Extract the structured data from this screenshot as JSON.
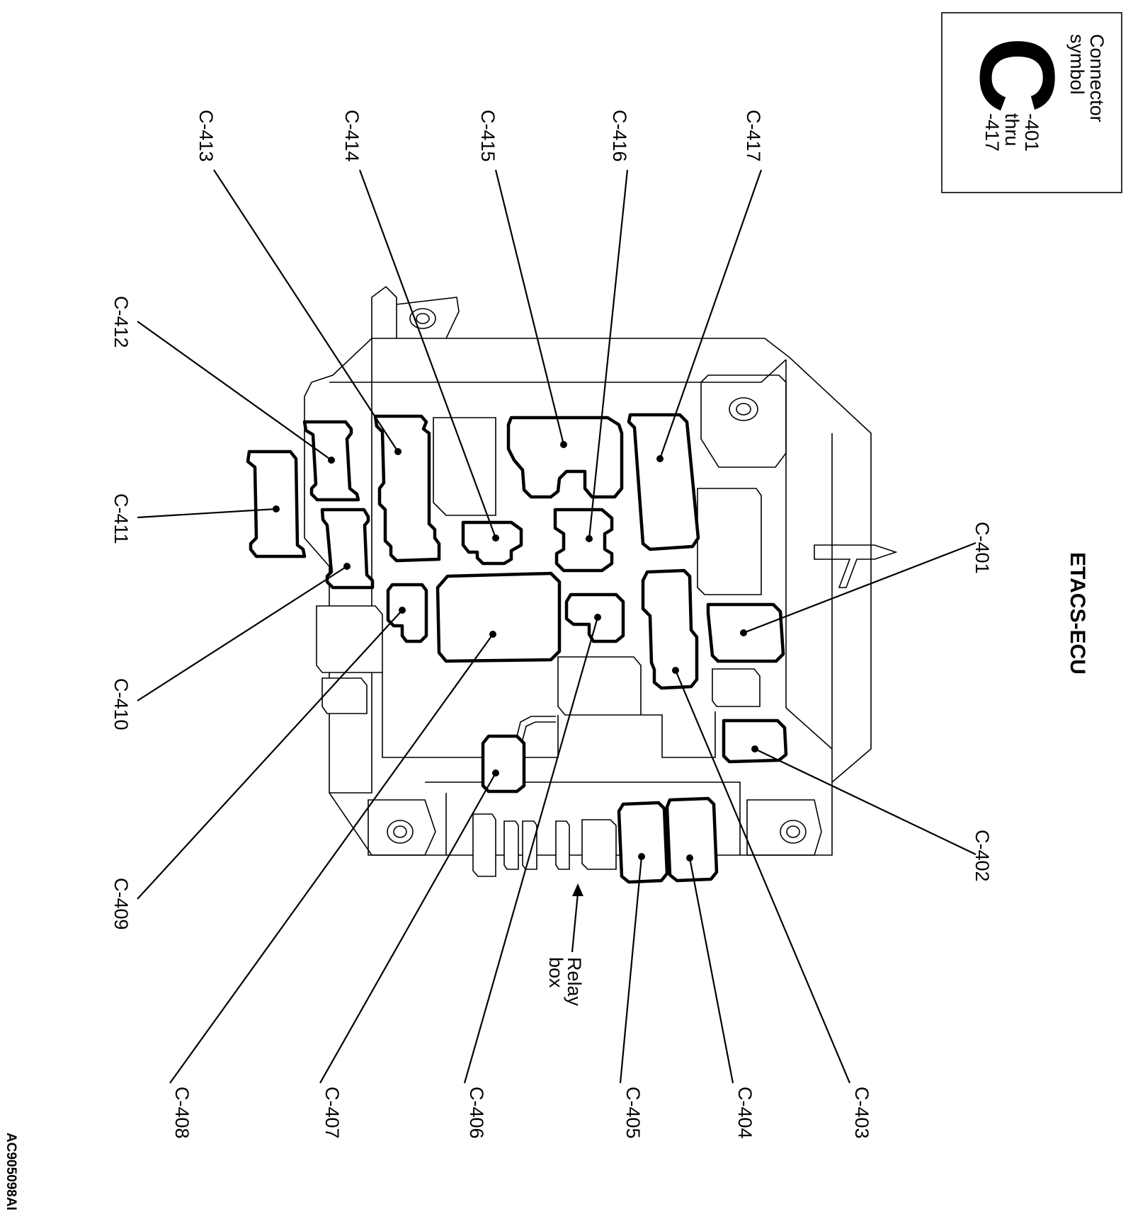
{
  "title": "ETACS-ECU",
  "legend": {
    "heading_line1": "Connector",
    "heading_line2": "symbol",
    "letter": "C",
    "range_line1": "-401",
    "range_line2": "thru",
    "range_line3": "-417"
  },
  "connectors": [
    {
      "id": "C-401",
      "label": "C-401"
    },
    {
      "id": "C-402",
      "label": "C-402"
    },
    {
      "id": "C-403",
      "label": "C-403"
    },
    {
      "id": "C-404",
      "label": "C-404"
    },
    {
      "id": "C-405",
      "label": "C-405"
    },
    {
      "id": "C-406",
      "label": "C-406"
    },
    {
      "id": "C-407",
      "label": "C-407"
    },
    {
      "id": "C-408",
      "label": "C-408"
    },
    {
      "id": "C-409",
      "label": "C-409"
    },
    {
      "id": "C-410",
      "label": "C-410"
    },
    {
      "id": "C-411",
      "label": "C-411"
    },
    {
      "id": "C-412",
      "label": "C-412"
    },
    {
      "id": "C-413",
      "label": "C-413"
    },
    {
      "id": "C-414",
      "label": "C-414"
    },
    {
      "id": "C-415",
      "label": "C-415"
    },
    {
      "id": "C-416",
      "label": "C-416"
    },
    {
      "id": "C-417",
      "label": "C-417"
    }
  ],
  "relay_box": {
    "line1": "Relay",
    "line2": "box"
  },
  "figure_code": "AC905098AI"
}
